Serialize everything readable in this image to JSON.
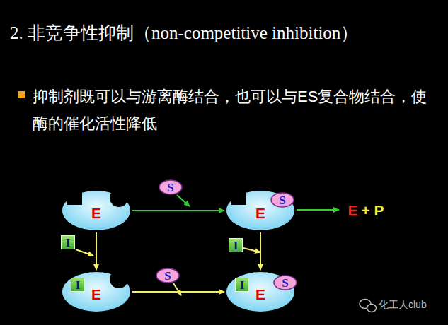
{
  "diagram": {
    "title": "2. 非竞争性抑制（non-competitive inhibition）",
    "nodes": [
      {
        "text": [
          "E"
        ]
      },
      {
        "text": [
          "S"
        ]
      },
      {
        "text": [
          "E"
        ]
      },
      {
        "text": [
          "S"
        ],
        "in": 2
      },
      {
        "text": [
          "E",
          "+ P"
        ]
      },
      {
        "text": [
          "I"
        ]
      },
      {
        "text": [
          "E"
        ]
      },
      {
        "text": [
          "I"
        ],
        "in": 6
      },
      {
        "text": [
          "I"
        ]
      },
      {
        "text": [
          "S"
        ]
      },
      {
        "text": [
          "E"
        ]
      },
      {
        "text": [
          "I"
        ],
        "in": 10
      },
      {
        "text": [
          "S"
        ],
        "in": 10
      }
    ],
    "edges": [
      {
        "from": 0,
        "to": 2,
        "arrow": "to"
      },
      {
        "from": 2,
        "to": 4,
        "arrow": "to"
      },
      {
        "from": 0,
        "to": 6,
        "arrow": "to"
      },
      {
        "from": 2,
        "to": 10,
        "arrow": "to"
      },
      {
        "from": 6,
        "to": 10,
        "arrow": "to"
      }
    ],
    "labels": [
      "抑制剂既可以与游离酶结合，也可以与ES复合物结合，使酶的催化活性降低",
      "化工人club"
    ]
  }
}
